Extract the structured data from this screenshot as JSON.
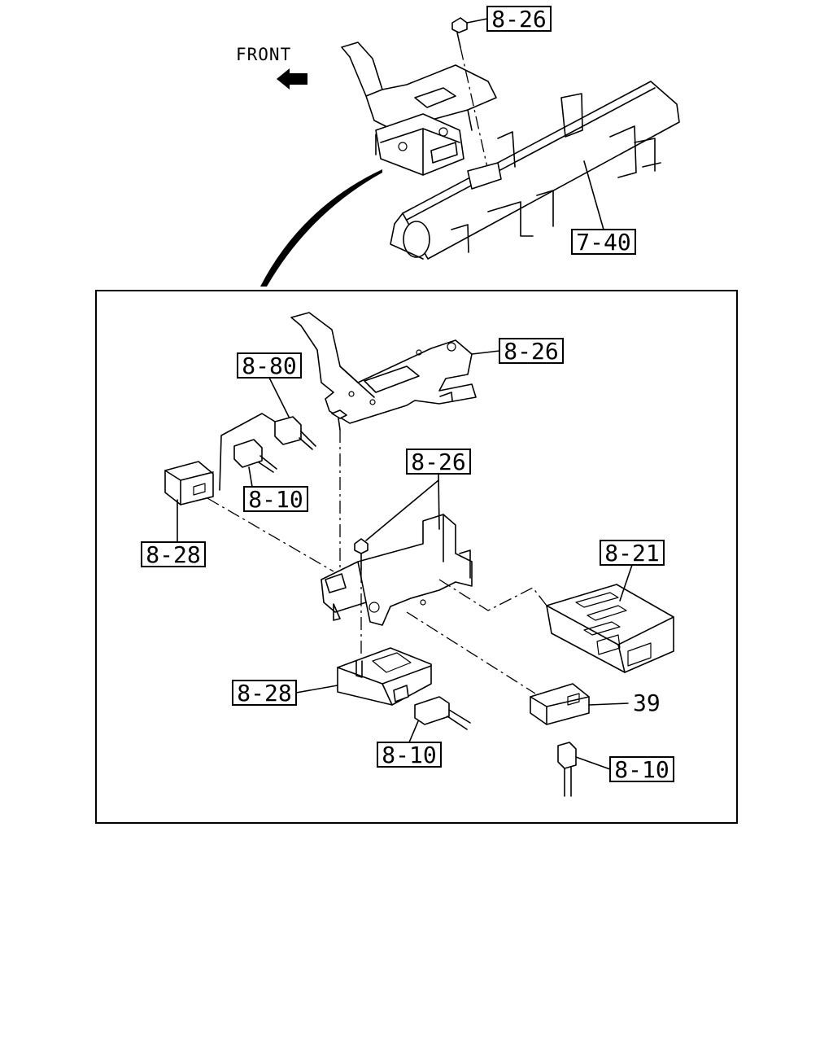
{
  "diagram": {
    "direction_label": "FRONT",
    "callouts": {
      "top_bolt": "8-26",
      "cross_beam": "7-40",
      "upper_bracket": "8-26",
      "connector_top": "8-80",
      "connector_mid": "8-10",
      "relay_left": "8-28",
      "mid_bracket": "8-26",
      "ecu_right": "8-21",
      "module_lower": "8-28",
      "connector_lower": "8-10",
      "relay_39": "39",
      "connector_right": "8-10"
    }
  }
}
